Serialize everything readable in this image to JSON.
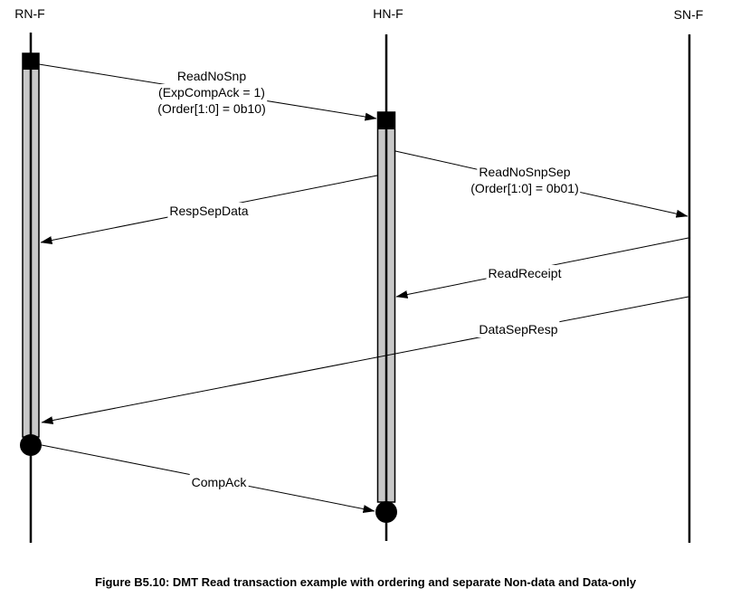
{
  "figure": {
    "caption": "Figure B5.10: DMT Read transaction example with ordering and separate Non-data and Data-only"
  },
  "diagram": {
    "type": "sequence-diagram",
    "lifelines": [
      {
        "name": "RN-F"
      },
      {
        "name": "HN-F"
      },
      {
        "name": "SN-F"
      }
    ],
    "messages": [
      {
        "from": "RN-F",
        "to": "HN-F",
        "lines": [
          "ReadNoSnp",
          "(ExpCompAck = 1)",
          "(Order[1:0] = 0b10)"
        ]
      },
      {
        "from": "HN-F",
        "to": "SN-F",
        "lines": [
          "ReadNoSnpSep",
          "(Order[1:0] = 0b01)"
        ]
      },
      {
        "from": "HN-F",
        "to": "RN-F",
        "lines": [
          "RespSepData"
        ]
      },
      {
        "from": "SN-F",
        "to": "HN-F",
        "lines": [
          "ReadReceipt"
        ]
      },
      {
        "from": "SN-F",
        "to": "RN-F",
        "lines": [
          "DataSepResp"
        ]
      },
      {
        "from": "RN-F",
        "to": "HN-F",
        "lines": [
          "CompAck"
        ]
      }
    ],
    "colors": {
      "line": "#000000",
      "activation_fill": "#c8c8c8",
      "background": "#ffffff"
    }
  }
}
